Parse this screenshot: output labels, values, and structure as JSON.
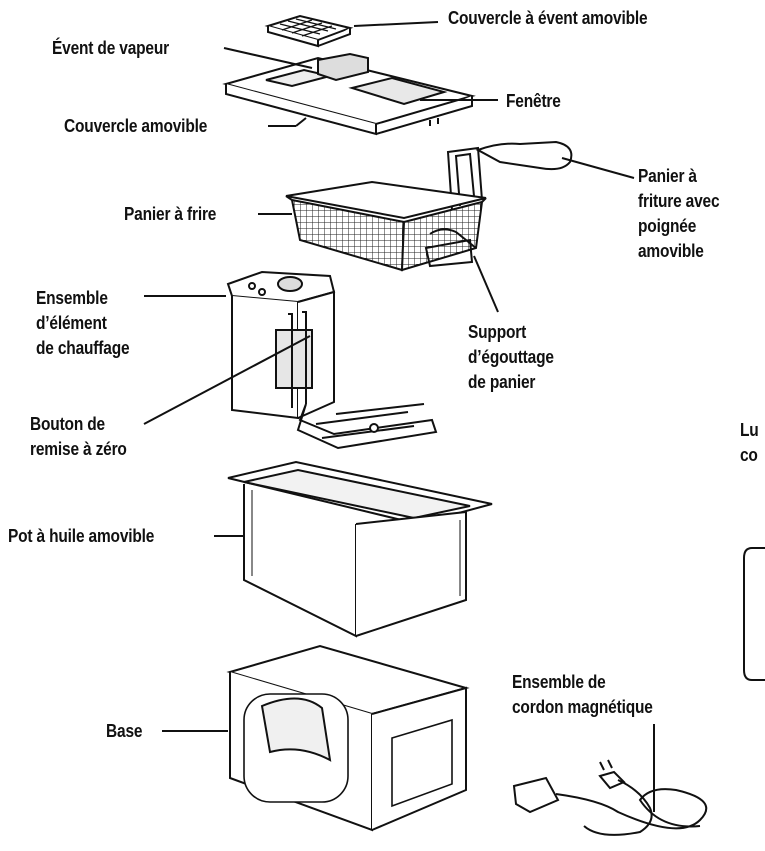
{
  "colors": {
    "ink": "#111111",
    "paper": "#ffffff",
    "shade": "#dcdcdc"
  },
  "labels": {
    "vent_lid": "Couvercle à évent amovible",
    "steam_vent": "Évent de vapeur",
    "window": "Fenêtre",
    "lid": "Couvercle amovible",
    "fry_basket": "Panier à frire",
    "basket_handle": [
      "Panier à",
      "friture avec",
      "poignée",
      "amovible"
    ],
    "heating_element": [
      "Ensemble",
      "d’élément",
      "de chauffage"
    ],
    "drain_support": [
      "Support",
      "d’égouttage",
      "de panier"
    ],
    "reset_button": [
      "Bouton de",
      "remise à zéro"
    ],
    "cut_off": [
      "Lu",
      "co"
    ],
    "oil_pot": "Pot à huile amovible",
    "base": "Base",
    "cord": [
      "Ensemble de",
      "cordon magnétique"
    ]
  }
}
